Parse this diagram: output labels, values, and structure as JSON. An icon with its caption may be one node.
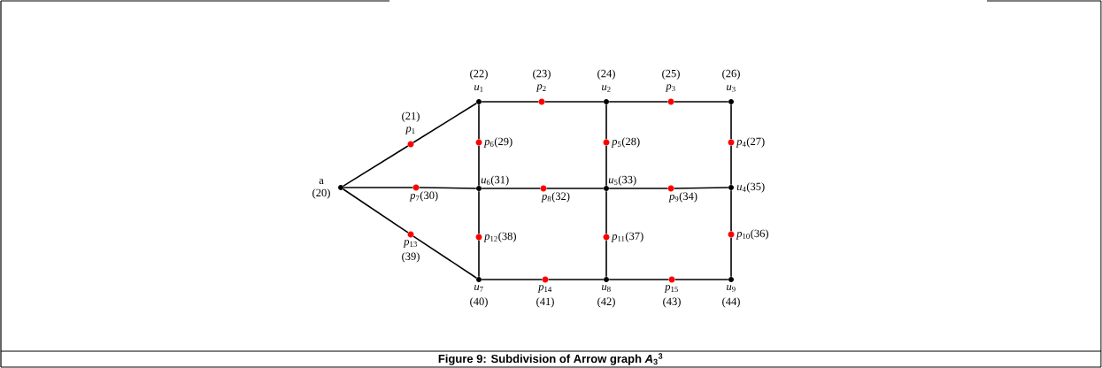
{
  "diagram": {
    "caption": "Figure 9: Subdivision of Arrow graph *A*$_{3}$$^{3}$",
    "nodes": [
      {
        "text": [],
        "shape": "circle",
        "beside": [
          "a",
          "(20)"
        ]
      },
      {
        "text": [],
        "shape": "circle",
        "beside": [
          "(21)",
          "*p*$_{1}$"
        ]
      },
      {
        "text": [],
        "shape": "circle",
        "beside": [
          "(22)",
          "*u*$_{1}$"
        ]
      },
      {
        "text": [],
        "shape": "circle",
        "beside": [
          "(23)",
          "*p*$_{2}$"
        ]
      },
      {
        "text": [],
        "shape": "circle",
        "beside": [
          "(24)",
          "*u*$_{2}$"
        ]
      },
      {
        "text": [],
        "shape": "circle",
        "beside": [
          "(25)",
          "*p*$_{3}$"
        ]
      },
      {
        "text": [],
        "shape": "circle",
        "beside": [
          "(26)",
          "*u*$_{3}$"
        ]
      },
      {
        "text": [],
        "shape": "circle",
        "beside": [
          "*p*$_{4}$(27)"
        ]
      },
      {
        "text": [],
        "shape": "circle",
        "beside": [
          "*p*$_{5}$(28)"
        ]
      },
      {
        "text": [],
        "shape": "circle",
        "beside": [
          "*p*$_{6}$(29)"
        ]
      },
      {
        "text": [],
        "shape": "circle",
        "beside": [
          "*p*$_{7}$(30)"
        ]
      },
      {
        "text": [],
        "shape": "circle",
        "beside": [
          "*u*$_{6}$(31)"
        ]
      },
      {
        "text": [],
        "shape": "circle",
        "beside": [
          "*p*$_{8}$(32)"
        ]
      },
      {
        "text": [],
        "shape": "circle",
        "beside": [
          "*u*$_{5}$(33)"
        ]
      },
      {
        "text": [],
        "shape": "circle",
        "beside": [
          "*p*$_{9}$(34)"
        ]
      },
      {
        "text": [],
        "shape": "circle",
        "beside": [
          "*u*$_{4}$(35)"
        ]
      },
      {
        "text": [],
        "shape": "circle",
        "beside": [
          "*p*$_{10}$(36)"
        ]
      },
      {
        "text": [],
        "shape": "circle",
        "beside": [
          "*p*$_{11}$(37)"
        ]
      },
      {
        "text": [],
        "shape": "circle",
        "beside": [
          "*p*$_{12}$(38)"
        ]
      },
      {
        "text": [],
        "shape": "circle",
        "beside": [
          "*p*$_{13}$",
          "(39)"
        ]
      },
      {
        "text": [],
        "shape": "circle",
        "beside": [
          "*u*$_{7}$",
          "(40)"
        ]
      },
      {
        "text": [],
        "shape": "circle",
        "beside": [
          "*p*$_{14}$",
          "(41)"
        ]
      },
      {
        "text": [],
        "shape": "circle",
        "beside": [
          "*u*$_{8}$",
          "(42)"
        ]
      },
      {
        "text": [],
        "shape": "circle",
        "beside": [
          "*p*$_{15}$",
          "(43)"
        ]
      },
      {
        "text": [],
        "shape": "circle",
        "beside": [
          "*u*$_{9}$",
          "(44)"
        ]
      }
    ],
    "edges": [
      {
        "from": 0,
        "to": 1,
        "arrow": "none"
      },
      {
        "from": 1,
        "to": 2,
        "arrow": "none"
      },
      {
        "from": 2,
        "to": 3,
        "arrow": "none"
      },
      {
        "from": 3,
        "to": 4,
        "arrow": "none"
      },
      {
        "from": 4,
        "to": 5,
        "arrow": "none"
      },
      {
        "from": 5,
        "to": 6,
        "arrow": "none"
      },
      {
        "from": 6,
        "to": 7,
        "arrow": "none"
      },
      {
        "from": 7,
        "to": 15,
        "arrow": "none"
      },
      {
        "from": 2,
        "to": 9,
        "arrow": "none"
      },
      {
        "from": 9,
        "to": 11,
        "arrow": "none"
      },
      {
        "from": 4,
        "to": 8,
        "arrow": "none"
      },
      {
        "from": 8,
        "to": 13,
        "arrow": "none"
      },
      {
        "from": 0,
        "to": 10,
        "arrow": "none"
      },
      {
        "from": 10,
        "to": 11,
        "arrow": "none"
      },
      {
        "from": 11,
        "to": 12,
        "arrow": "none"
      },
      {
        "from": 12,
        "to": 13,
        "arrow": "none"
      },
      {
        "from": 13,
        "to": 14,
        "arrow": "none"
      },
      {
        "from": 14,
        "to": 15,
        "arrow": "none"
      },
      {
        "from": 11,
        "to": 18,
        "arrow": "none"
      },
      {
        "from": 18,
        "to": 20,
        "arrow": "none"
      },
      {
        "from": 13,
        "to": 17,
        "arrow": "none"
      },
      {
        "from": 17,
        "to": 22,
        "arrow": "none"
      },
      {
        "from": 15,
        "to": 16,
        "arrow": "none"
      },
      {
        "from": 16,
        "to": 24,
        "arrow": "none"
      },
      {
        "from": 0,
        "to": 19,
        "arrow": "none"
      },
      {
        "from": 19,
        "to": 20,
        "arrow": "none"
      },
      {
        "from": 20,
        "to": 21,
        "arrow": "none"
      },
      {
        "from": 21,
        "to": 22,
        "arrow": "none"
      },
      {
        "from": 22,
        "to": 23,
        "arrow": "none"
      },
      {
        "from": 23,
        "to": 24,
        "arrow": "none"
      }
    ]
  }
}
